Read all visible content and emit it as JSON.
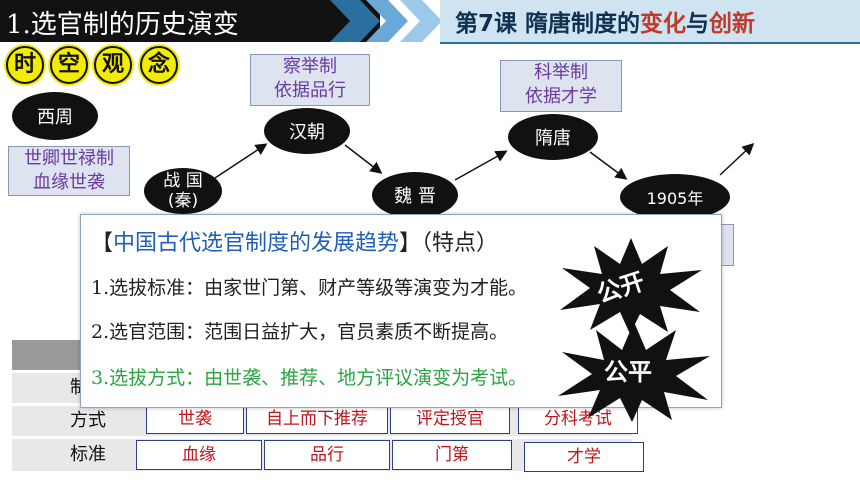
{
  "header": {
    "section_title": "1.选官制的历史演变",
    "lesson_prefix": "第7课  隋唐制度的",
    "lesson_accent1": "变化",
    "lesson_mid": "与",
    "lesson_accent2": "创新"
  },
  "badge": [
    "时",
    "空",
    "观",
    "念"
  ],
  "timeline": {
    "nodes": [
      {
        "label": "西周"
      },
      {
        "label": "战 国\n(秦)"
      },
      {
        "label": "汉朝"
      },
      {
        "label": "魏 晋"
      },
      {
        "label": "隋唐"
      },
      {
        "label": "1905年"
      }
    ],
    "notes": {
      "xizhou": "世卿世禄制\n血缘世袭",
      "han": "察举制\n依据品行",
      "suitang": "科举制\n依据才学"
    }
  },
  "popup": {
    "title_open": "【",
    "title_blue": "中国古代选官制度的发展趋势",
    "title_close": "】（特点）",
    "line1": "1.选拔标准：由家世门第、财产等级等演变为才能。",
    "line2": "2.选官范围：范围日益扩大，官员素质不断提高。",
    "line3": "3.选拔方式：由世袭、推荐、地方评议演变为考试。"
  },
  "bursts": {
    "open": "公开",
    "fair": "公平"
  },
  "table": {
    "row_labels": [
      "制度",
      "方式",
      "标准"
    ],
    "fangshi": [
      "世袭",
      "自上而下推荐",
      "评定授官",
      "分科考试"
    ],
    "biaozhun": [
      "血缘",
      "品行",
      "门第",
      "才学"
    ]
  },
  "colors": {
    "badge": "#f2ec00",
    "accent": "#c0392b",
    "purple": "#6b3aa0",
    "green": "#2aa544",
    "blue": "#1f5fb8"
  }
}
